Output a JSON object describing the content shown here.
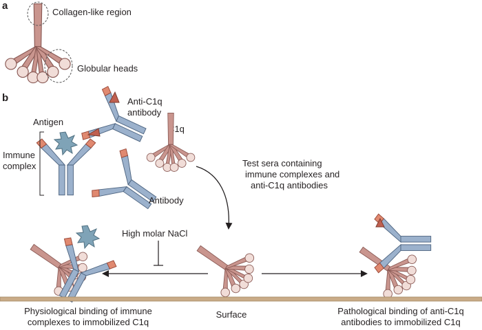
{
  "panels": {
    "a": "a",
    "b": "b"
  },
  "panel_a": {
    "collagen_label": "Collagen-like region",
    "globular_label": "Globular heads"
  },
  "panel_b": {
    "anti_c1q_label_line1": "Anti-C1q",
    "anti_c1q_label_line2": "antibody",
    "c1q_label": "C1q",
    "antigen_label": "Antigen",
    "immune_complex_line1": "Immune",
    "immune_complex_line2": "complex",
    "antibody_label": "Antibody",
    "test_sera_line1": "Test sera containing",
    "test_sera_line2": "immune complexes and",
    "test_sera_line3": "anti-C1q antibodies",
    "nacl_label": "High molar NaCl",
    "left_caption_line1": "Physiological binding of immune",
    "left_caption_line2": "complexes to immobilized C1q",
    "surface_label": "Surface",
    "right_caption_line1": "Pathological binding of anti-C1q",
    "right_caption_line2": "antibodies to immobilized C1q"
  },
  "colors": {
    "c1q_body": "#c9958e",
    "c1q_head": "#f1ddd8",
    "antibody_blue": "#9bb1cc",
    "antibody_red": "#e08970",
    "antigen": "#7fa3b7",
    "surface": "#c9ab87",
    "line": "#231f20"
  }
}
